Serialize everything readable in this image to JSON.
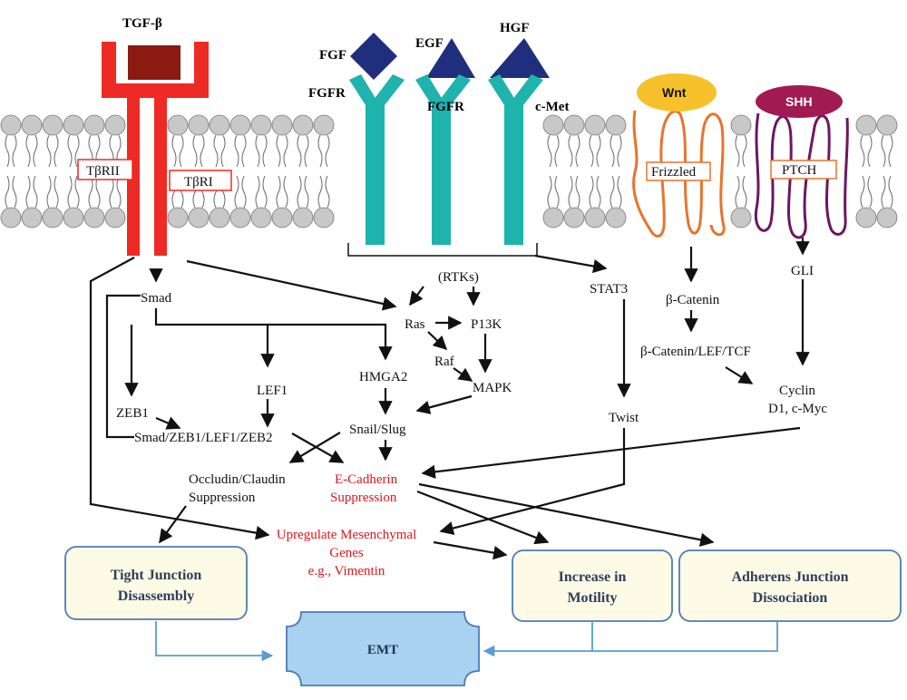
{
  "ligands": {
    "tgf": "TGF-β",
    "fgf": "FGF",
    "egf": "EGF",
    "hgf": "HGF",
    "wnt": "Wnt",
    "shh": "SHH"
  },
  "receptors": {
    "fgfr1": "FGFR",
    "fgfr2": "FGFR",
    "cmet": "c-Met",
    "tbrii": "TβRII",
    "tbri": "TβRI",
    "frizzled": "Frizzled",
    "ptch": "PTCH"
  },
  "nodes": {
    "smad": "Smad",
    "rtks": "(RTKs)",
    "ras": "Ras",
    "pi3k": "P13K",
    "raf": "Raf",
    "mapk": "MAPK",
    "hmga2": "HMGA2",
    "lef1": "LEF1",
    "zeb1": "ZEB1",
    "smad_complex": "Smad/ZEB1/LEF1/ZEB2",
    "snail": "Snail/Slug",
    "occludin1": "Occludin/Claudin",
    "occludin2": "Suppression",
    "stat3": "STAT3",
    "twist": "Twist",
    "bcat": "β-Catenin",
    "bcat_complex": "β-Catenin/LEF/TCF",
    "gli": "GLI",
    "cyclin1": "Cyclin",
    "cyclin2": "D1, c-Myc"
  },
  "red_text": {
    "ecad1": "E-Cadherin",
    "ecad2": "Suppression",
    "up1": "Upregulate Mesenchymal",
    "up2": "Genes",
    "up3": "e.g., Vimentin"
  },
  "boxes": {
    "tight1": "Tight Junction",
    "tight2": "Disassembly",
    "motility1": "Increase in",
    "motility2": "Motility",
    "adherens1": "Adherens Junction",
    "adherens2": "Dissociation",
    "emt": "EMT"
  },
  "colors": {
    "tgf_receptor": "#ee2a24",
    "tgf_ligand": "#8b1a12",
    "rtk": "#1fb3ad",
    "growth_factor": "#1f2f7e",
    "wnt": "#f7c12b",
    "frizzled": "#e8742d",
    "shh": "#a21a52",
    "ptch": "#6d1760",
    "membrane": "#c8c8c8",
    "box_fill": "#fdfbe6",
    "box_border": "#4d7bb6",
    "emt_fill": "#a9d1f0",
    "emt_arrow": "#5b9bd5"
  }
}
